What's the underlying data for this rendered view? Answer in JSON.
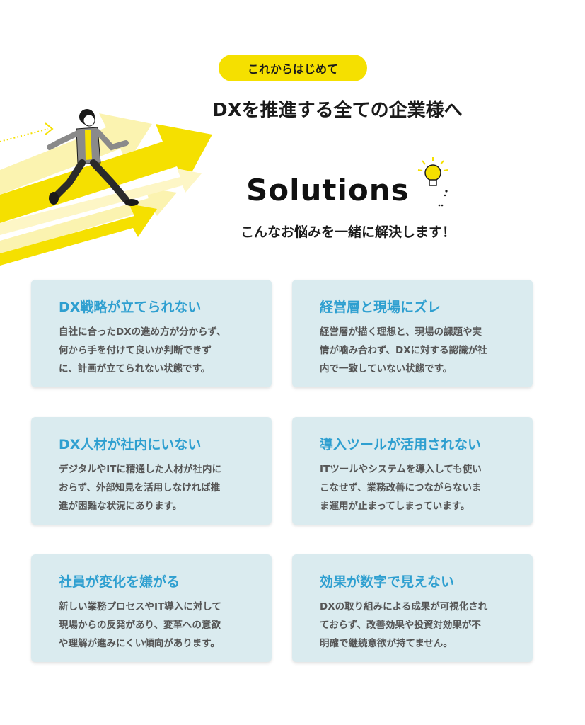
{
  "header": {
    "pill_label": "これからはじめて",
    "headline": "DXを推進する全ての企業様へ",
    "title": "Solutions",
    "subtitle": "こんなお悩みを一緒に解決します！"
  },
  "colors": {
    "accent_yellow": "#f5e000",
    "card_background": "#daebef",
    "card_title": "#2e9fd0",
    "body_text": "#555555"
  },
  "cards": [
    {
      "title": "DX戦略が立てられない",
      "lines": [
        "自社に合ったDXの進め方が分からず、",
        "何から手を付けて良いか判断できず",
        "に、計画が立てられない状態です。"
      ]
    },
    {
      "title": "経営層と現場にズレ",
      "lines": [
        "経営層が描く理想と、現場の課題や実",
        "情が噛み合わず、DXに対する認識が社",
        "内で一致していない状態です。"
      ]
    },
    {
      "title": "DX人材が社内にいない",
      "lines": [
        "デジタルやITに精通した人材が社内に",
        "おらず、外部知見を活用しなければ推",
        "進が困難な状況にあります。"
      ]
    },
    {
      "title": "導入ツールが活用されない",
      "lines": [
        "ITツールやシステムを導入しても使い",
        "こなせず、業務改善につながらないま",
        "ま運用が止まってしまっています。"
      ]
    },
    {
      "title": "社員が変化を嫌がる",
      "lines": [
        "新しい業務プロセスやIT導入に対して",
        "現場からの反発があり、変革への意欲",
        "や理解が進みにくい傾向があります。"
      ]
    },
    {
      "title": "効果が数字で見えない",
      "lines": [
        "DXの取り組みによる成果が可視化され",
        "ておらず、改善効果や投資対効果が不",
        "明確で継続意欲が持てません。"
      ]
    }
  ]
}
